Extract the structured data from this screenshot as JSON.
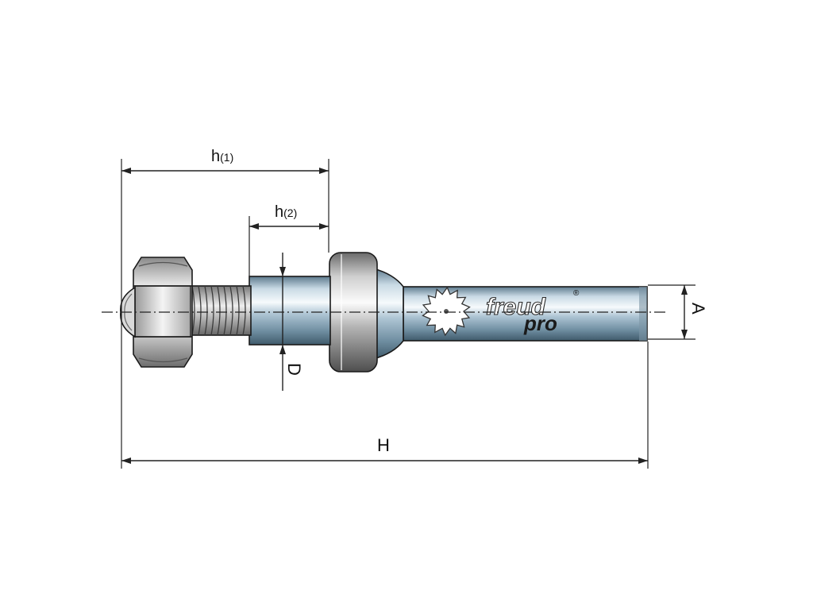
{
  "labels": {
    "h1_main": "h",
    "h1_sub": "(1)",
    "h2_main": "h",
    "h2_sub": "(2)",
    "D": "D",
    "A": "A",
    "H": "H"
  },
  "logo": {
    "brand": "freud",
    "line": "pro",
    "mark": "®"
  },
  "colors": {
    "steel_light": "#eef4f8",
    "steel_mid": "#a9c1d1",
    "steel_dark": "#4f6e82",
    "nut_light": "#f2f2f2",
    "nut_dark": "#7a7a7a",
    "ink": "#1a1a1a"
  },
  "icons": [
    "saw-blade-logo-icon"
  ]
}
